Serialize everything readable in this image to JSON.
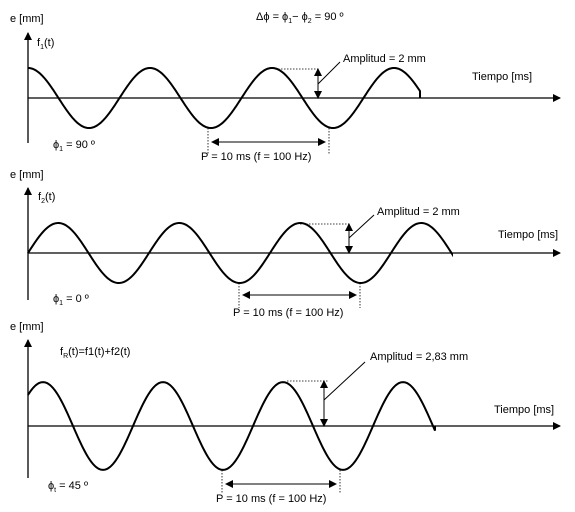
{
  "header": {
    "phase_difference": "Δϕ = ϕ",
    "phase_difference_rest": " = 90 º"
  },
  "panels": [
    {
      "y_axis_label": "e [mm]",
      "function_label": "f",
      "function_sub": "1",
      "function_rest": "(t)",
      "amplitude_label": "Amplitud = 2 mm",
      "x_axis_label": "Tiempo [ms]",
      "phase_prefix": "ϕ",
      "phase_sub": "1",
      "phase_value": " = 90 º",
      "period_label": "P = 10 ms (f = 100 Hz)"
    },
    {
      "y_axis_label": "e [mm]",
      "function_label": "f",
      "function_sub": "2",
      "function_rest": "(t)",
      "amplitude_label": "Amplitud = 2 mm",
      "x_axis_label": "Tiempo [ms]",
      "phase_prefix": "ϕ",
      "phase_sub": "1",
      "phase_value": " = 0 º",
      "period_label": "P = 10 ms (f = 100 Hz)"
    },
    {
      "y_axis_label": "e [mm]",
      "function_label": "f",
      "function_sub": "R",
      "function_rest": "(t)=f1(t)+f2(t)",
      "amplitude_label": "Amplitud = 2,83 mm",
      "x_axis_label": "Tiempo [ms]",
      "phase_prefix": "ϕ",
      "phase_sub": "t",
      "phase_value": " = 45 º",
      "period_label": "P = 10 ms (f = 100 Hz)"
    }
  ],
  "chart_data": [
    {
      "type": "line",
      "title": "",
      "xlabel": "Tiempo [ms]",
      "ylabel": "e [mm]",
      "amplitude": 2,
      "period_ms": 10,
      "frequency_hz": 100,
      "phase_deg": 90
    },
    {
      "type": "line",
      "title": "",
      "xlabel": "Tiempo [ms]",
      "ylabel": "e [mm]",
      "amplitude": 2,
      "period_ms": 10,
      "frequency_hz": 100,
      "phase_deg": 0
    },
    {
      "type": "line",
      "title": "",
      "xlabel": "Tiempo [ms]",
      "ylabel": "e [mm]",
      "amplitude": 2.83,
      "period_ms": 10,
      "frequency_hz": 100,
      "phase_deg": 45
    }
  ]
}
